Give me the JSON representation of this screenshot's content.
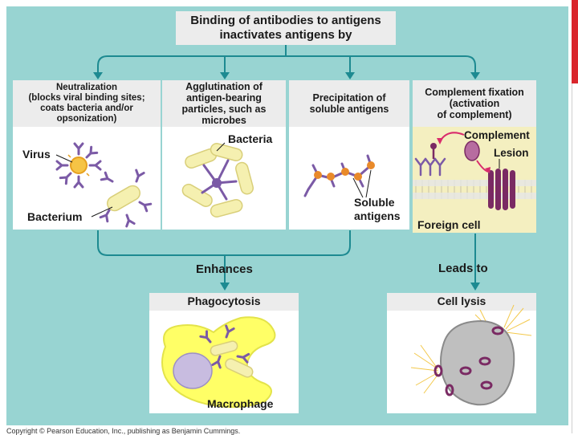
{
  "title": {
    "line1": "Binding of antibodies to antigens",
    "line2": "inactivates antigens by"
  },
  "mechanisms": [
    {
      "id": "neutralization",
      "line1": "Neutralization",
      "line2": "(blocks viral binding sites;",
      "line3": "coats bacteria and/or",
      "line4": "opsonization)",
      "labels": {
        "virus": "Virus",
        "bacterium": "Bacterium"
      }
    },
    {
      "id": "agglutination",
      "line1": "Agglutination of",
      "line2": "antigen-bearing",
      "line3": "particles, such as",
      "line4": "microbes",
      "labels": {
        "bacteria": "Bacteria"
      }
    },
    {
      "id": "precipitation",
      "line1": "Precipitation of",
      "line2": "soluble antigens",
      "labels": {
        "soluble1": "Soluble",
        "soluble2": "antigens"
      }
    },
    {
      "id": "complement",
      "line1": "Complement fixation",
      "line2": "(activation",
      "line3": "of complement)",
      "labels": {
        "complement": "Complement",
        "lesion": "Lesion",
        "foreign_cell": "Foreign cell"
      }
    }
  ],
  "connectors": {
    "enhances": "Enhances",
    "leads_to": "Leads to"
  },
  "outcomes": [
    {
      "id": "phagocytosis",
      "title": "Phagocytosis",
      "label": "Macrophage"
    },
    {
      "id": "cell_lysis",
      "title": "Cell lysis"
    }
  ],
  "footer": "Copyright © Pearson Education, Inc., publishing as Benjamin Cummings.",
  "colors": {
    "background": "#98d4d2",
    "arrow": "#1d8a91",
    "antibody": "#7b5aa6",
    "bacteria": "#f5f0b0",
    "complement": "#7a2a63",
    "virus": "#f6c445",
    "antigen": "#e98a2a",
    "red_accent": "#d9262c"
  }
}
